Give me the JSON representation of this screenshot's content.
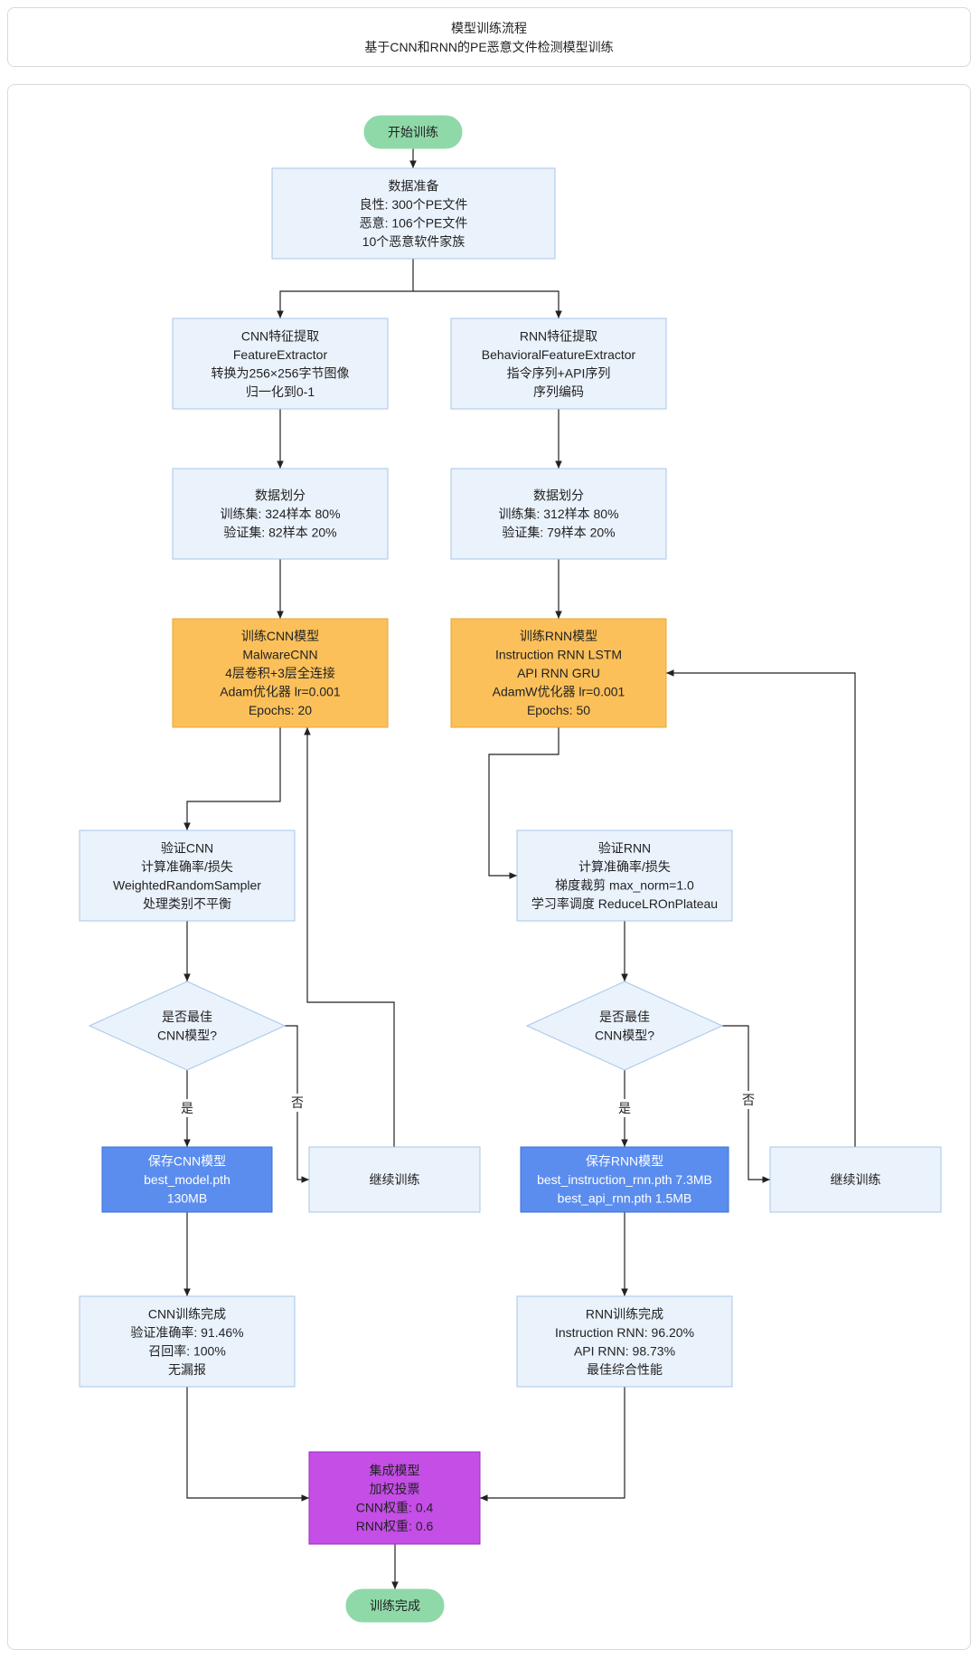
{
  "header": {
    "title": "模型训练流程",
    "subtitle": "基于CNN和RNN的PE恶意文件检测模型训练"
  },
  "colors": {
    "node_fill": "#eaf2fc",
    "node_stroke": "#a7c7e7",
    "train_fill": "#fbc05a",
    "train_stroke": "#e9a431",
    "save_fill": "#5b8def",
    "save_stroke": "#3a6fd6",
    "ensemble_fill": "#c44ee6",
    "ensemble_stroke": "#9c2fc0",
    "terminal_fill": "#8fd9a8",
    "edge": "#222222"
  },
  "nodes": {
    "start": [
      "开始训练"
    ],
    "data_prep": [
      "数据准备",
      "良性: 300个PE文件",
      "恶意: 106个PE文件",
      "10个恶意软件家族"
    ],
    "cnn_feat": [
      "CNN特征提取",
      "FeatureExtractor",
      "转换为256×256字节图像",
      "归一化到0-1"
    ],
    "rnn_feat": [
      "RNN特征提取",
      "BehavioralFeatureExtractor",
      "指令序列+API序列",
      "序列编码"
    ],
    "cnn_split": [
      "数据划分",
      "训练集: 324样本 80%",
      "验证集: 82样本 20%"
    ],
    "rnn_split": [
      "数据划分",
      "训练集: 312样本 80%",
      "验证集: 79样本 20%"
    ],
    "cnn_train": [
      "训练CNN模型",
      "MalwareCNN",
      "4层卷积+3层全连接",
      "Adam优化器 lr=0.001",
      "Epochs: 20"
    ],
    "rnn_train": [
      "训练RNN模型",
      "Instruction RNN LSTM",
      "API RNN GRU",
      "AdamW优化器 lr=0.001",
      "Epochs: 50"
    ],
    "cnn_val": [
      "验证CNN",
      "计算准确率/损失",
      "WeightedRandomSampler",
      "处理类别不平衡"
    ],
    "rnn_val": [
      "验证RNN",
      "计算准确率/损失",
      "梯度裁剪 max_norm=1.0",
      "学习率调度 ReduceLROnPlateau"
    ],
    "cnn_best": [
      "是否最佳",
      "CNN模型?"
    ],
    "rnn_best": [
      "是否最佳",
      "CNN模型?"
    ],
    "cnn_save": [
      "保存CNN模型",
      "best_model.pth",
      "130MB"
    ],
    "rnn_save": [
      "保存RNN模型",
      "best_instruction_rnn.pth 7.3MB",
      "best_api_rnn.pth 1.5MB"
    ],
    "cnn_continue": [
      "继续训练"
    ],
    "rnn_continue": [
      "继续训练"
    ],
    "cnn_done": [
      "CNN训练完成",
      "验证准确率: 91.46%",
      "召回率: 100%",
      "无漏报"
    ],
    "rnn_done": [
      "RNN训练完成",
      "Instruction RNN: 96.20%",
      "API RNN: 98.73%",
      "最佳综合性能"
    ],
    "ensemble": [
      "集成模型",
      "加权投票",
      "CNN权重: 0.4",
      "RNN权重: 0.6"
    ],
    "end": [
      "训练完成"
    ]
  },
  "edge_labels": {
    "yes": "是",
    "no": "否"
  }
}
